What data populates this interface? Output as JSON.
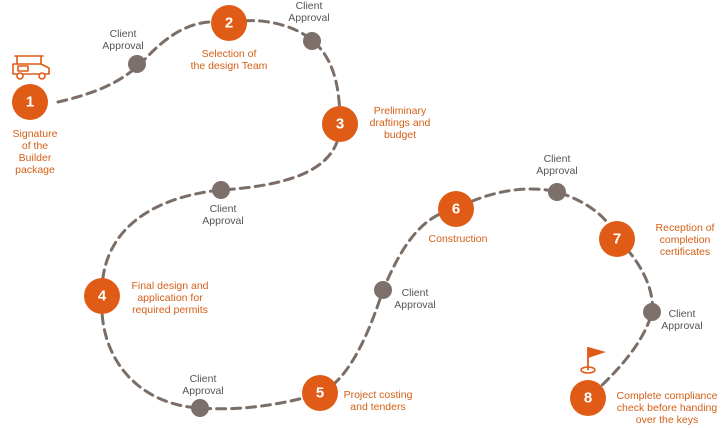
{
  "colors": {
    "accent": "#e05c16",
    "path": "#7a6e67",
    "dot": "#7d706a",
    "step_text": "#d35f17",
    "approval_text": "#555555"
  },
  "steps": [
    {
      "number": "1",
      "label": "Signature\nof the Builder\npackage",
      "icon": "golf-cart-icon"
    },
    {
      "number": "2",
      "label": "Selection of\nthe design Team"
    },
    {
      "number": "3",
      "label": "Preliminary\ndraftings and\nbudget"
    },
    {
      "number": "4",
      "label": "Final design and\napplication for\nrequired permits"
    },
    {
      "number": "5",
      "label": "Project costing\nand tenders"
    },
    {
      "number": "6",
      "label": "Construction"
    },
    {
      "number": "7",
      "label": "Reception of\ncompletion\ncertificates"
    },
    {
      "number": "8",
      "label": "Complete compliance\ncheck before handing\nover the keys",
      "icon": "flag-icon"
    }
  ],
  "approvals": [
    {
      "label": "Client\nApproval"
    },
    {
      "label": "Client\nApproval"
    },
    {
      "label": "Client\nApproval"
    },
    {
      "label": "Client\nApproval"
    },
    {
      "label": "Client\nApproval"
    },
    {
      "label": "Client\nApproval"
    },
    {
      "label": "Client\nApproval"
    }
  ]
}
